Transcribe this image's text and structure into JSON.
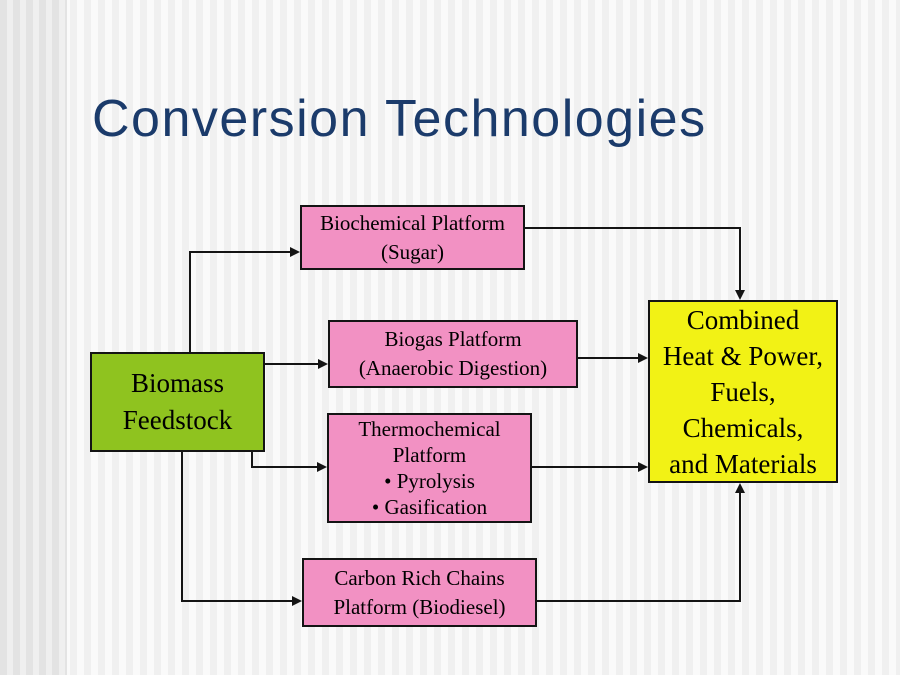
{
  "slide": {
    "title": "Conversion Technologies"
  },
  "colors": {
    "title_text": "#1B3B6B",
    "underline_accent": "#7E9CC2",
    "feedstock_green": "#8FC31F",
    "platform_pink": "#F291C3",
    "output_yellow": "#F2F215",
    "connector_line": "#141414",
    "box_border": "#141414"
  },
  "diagram": {
    "feedstock": {
      "lines": [
        "Biomass",
        "Feedstock"
      ]
    },
    "platforms": [
      {
        "lines": [
          "Biochemical Platform",
          "(Sugar)"
        ]
      },
      {
        "lines": [
          "Biogas Platform",
          "(Anaerobic Digestion)"
        ]
      },
      {
        "lines": [
          "Thermochemical",
          "Platform",
          "• Pyrolysis",
          "• Gasification"
        ]
      },
      {
        "lines": [
          "Carbon Rich Chains",
          "Platform (Biodiesel)"
        ]
      }
    ],
    "output": {
      "lines": [
        "Combined",
        "Heat & Power,",
        "Fuels,",
        "Chemicals,",
        "and Materials"
      ]
    }
  }
}
